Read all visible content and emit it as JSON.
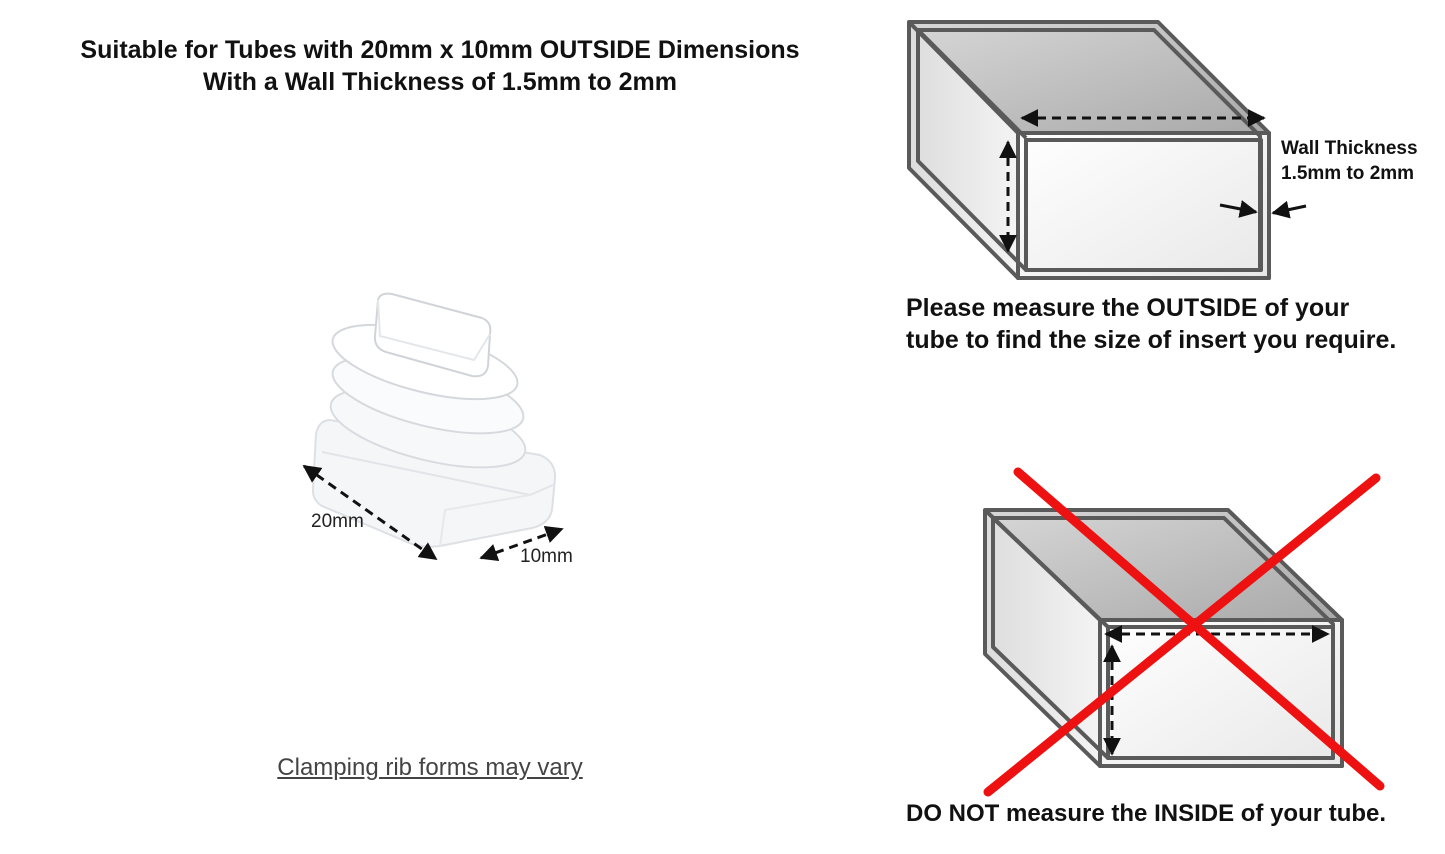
{
  "header": {
    "line1": "Suitable for Tubes with 20mm x 10mm OUTSIDE Dimensions",
    "line2": "With a Wall Thickness of 1.5mm to 2mm"
  },
  "product": {
    "dim_length": "20mm",
    "dim_width": "10mm",
    "note": "Clamping rib forms may vary"
  },
  "diagram_correct": {
    "wall_line1": "Wall Thickness",
    "wall_line2": "1.5mm to 2mm",
    "instruction": "Please measure the OUTSIDE of your tube to find the size of insert you require."
  },
  "diagram_wrong": {
    "warning": "DO NOT measure the INSIDE of your tube."
  },
  "colors": {
    "outline": "#5a5a5a",
    "top_face": "#b9b9b9",
    "side_face": "#e6e6e6",
    "front_face": "#f2f2f2",
    "cross": "#ee1111"
  }
}
